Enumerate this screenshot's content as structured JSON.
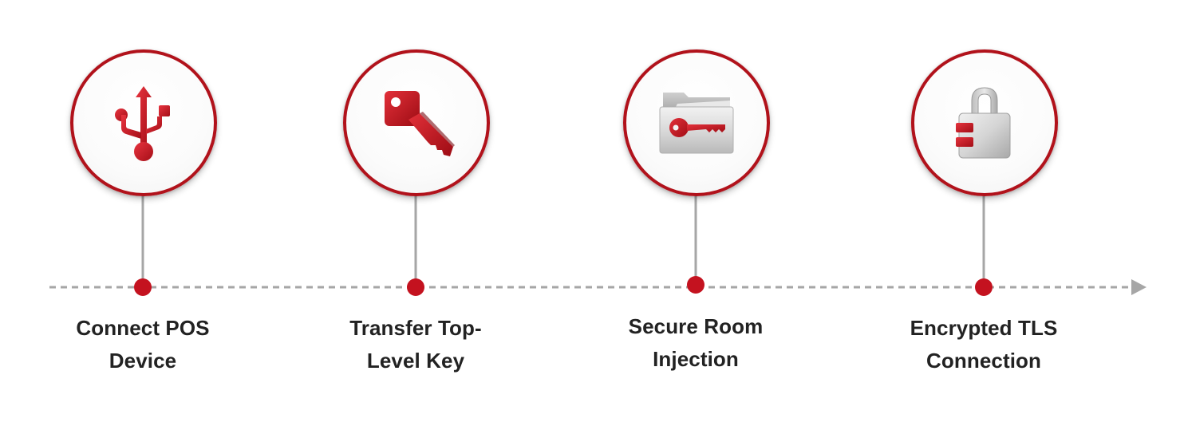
{
  "colors": {
    "accent": "#c4121f",
    "ring": "#b1121b",
    "line": "#9e9e9e",
    "text": "#222222"
  },
  "steps": [
    {
      "icon": "usb-icon",
      "label_lines": [
        "Connect POS",
        "Device"
      ]
    },
    {
      "icon": "key-icon",
      "label_lines": [
        "Transfer Top-",
        "Level Key"
      ]
    },
    {
      "icon": "key-folder-icon",
      "label_lines": [
        "Secure Room",
        "Injection"
      ]
    },
    {
      "icon": "padlock-icon",
      "label_lines": [
        "Encrypted TLS",
        "Connection"
      ]
    }
  ]
}
